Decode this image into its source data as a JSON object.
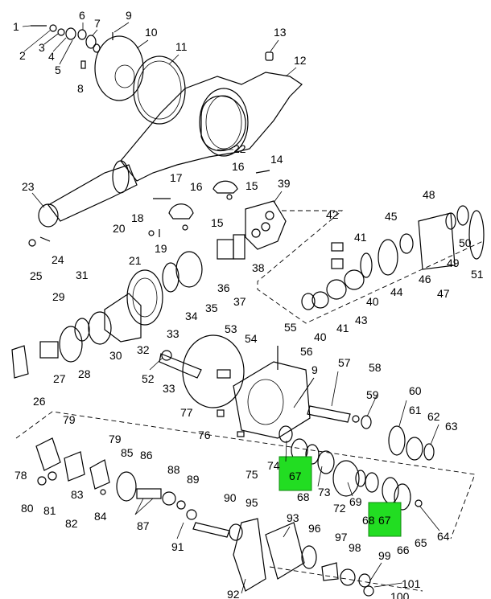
{
  "diagram": {
    "highlight_color": "#22dd22",
    "callouts": [
      "1",
      "2",
      "3",
      "4",
      "5",
      "6",
      "7",
      "8",
      "9",
      "10",
      "11",
      "12",
      "13",
      "14",
      "15",
      "15",
      "16",
      "16",
      "17",
      "18",
      "19",
      "20",
      "21",
      "22",
      "23",
      "24",
      "25",
      "26",
      "27",
      "28",
      "29",
      "30",
      "31",
      "32",
      "33",
      "33",
      "34",
      "35",
      "36",
      "37",
      "38",
      "39",
      "40",
      "40",
      "41",
      "41",
      "42",
      "43",
      "44",
      "45",
      "46",
      "47",
      "48",
      "49",
      "50",
      "51",
      "52",
      "53",
      "54",
      "55",
      "56",
      "57",
      "58",
      "59",
      "60",
      "61",
      "62",
      "63",
      "64",
      "65",
      "66",
      "67",
      "67",
      "68",
      "68",
      "69",
      "72",
      "73",
      "74",
      "75",
      "76",
      "77",
      "78",
      "79",
      "79",
      "80",
      "81",
      "82",
      "83",
      "84",
      "85",
      "86",
      "87",
      "88",
      "89",
      "90",
      "91",
      "92",
      "93",
      "95",
      "96",
      "97",
      "98",
      "99",
      "100",
      "101",
      "9"
    ],
    "highlighted_callouts": [
      "67",
      "67"
    ]
  }
}
